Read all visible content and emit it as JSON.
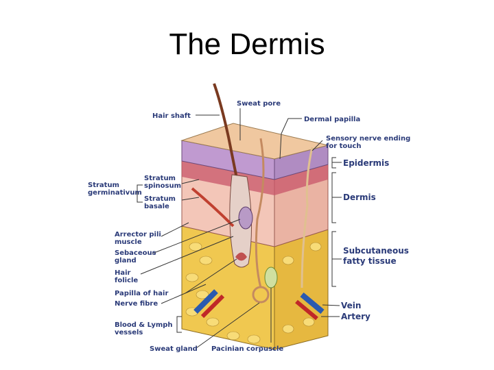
{
  "title": "The Dermis",
  "labels": {
    "sweat_pore": "Sweat pore",
    "hair_shaft": "Hair shaft",
    "dermal_papilla": "Dermal papilla",
    "sensory_nerve_1": "Sensory nerve ending",
    "sensory_nerve_2": "for touch",
    "epidermis": "Epidermis",
    "dermis": "Dermis",
    "stratum_spinosum_1": "Stratum",
    "stratum_spinosum_2": "spinosum",
    "stratum_germinativum_1": "Stratum",
    "stratum_germinativum_2": "germinativum",
    "stratum_basale_1": "Stratum",
    "stratum_basale_2": "basale",
    "arrector_pili_1": "Arrector pili",
    "arrector_pili_2": "muscle",
    "sebaceous_1": "Sebaceous",
    "sebaceous_2": "gland",
    "hair_follicle_1": "Hair",
    "hair_follicle_2": "folicle",
    "papilla_of_hair": "Papilla of hair",
    "nerve_fibre": "Nerve fibre",
    "blood_lymph_1": "Blood & Lymph",
    "blood_lymph_2": "vessels",
    "subcutaneous_1": "Subcutaneous",
    "subcutaneous_2": "fatty tissue",
    "vein": "Vein",
    "artery": "Artery",
    "sweat_gland": "Sweat gland",
    "pacinian": "Pacinian corpuscle"
  }
}
